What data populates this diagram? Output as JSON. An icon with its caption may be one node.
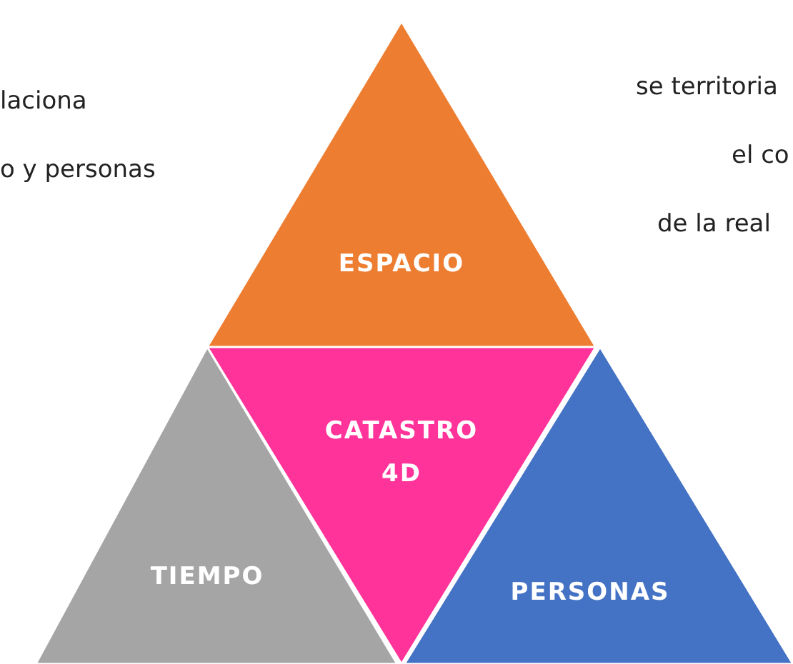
{
  "diagram": {
    "nodes": [
      {
        "text": [
          "ESPACIO"
        ]
      },
      {
        "text": [
          "CATASTRO 4D"
        ]
      },
      {
        "text": [
          "TIEMPO"
        ]
      },
      {
        "text": [
          "PERSONAS"
        ]
      }
    ],
    "labels": [
      "laciona",
      "se territoria",
      "o y personas",
      "el co",
      "de la real"
    ]
  }
}
